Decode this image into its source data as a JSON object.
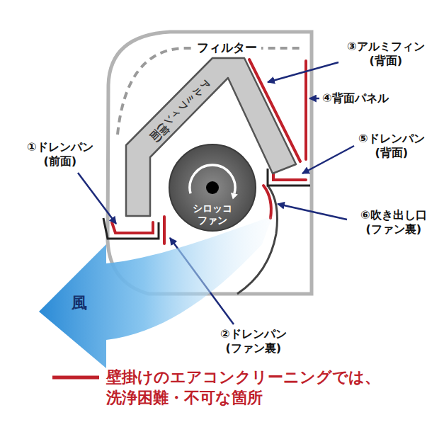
{
  "diagram": {
    "nodes": [
      {
        "text": [
          "アルミフィン(前面)"
        ]
      },
      {
        "text": [
          "シロッコ ファン"
        ]
      },
      {
        "text": [
          "風"
        ]
      }
    ],
    "labels": [
      "フィルター",
      "①ドレンパン (前面)",
      "②ドレンパン (ファン裏)",
      "③アルミフィン (背面)",
      "④背面パネル",
      "⑤ドレンパン (背面)",
      "⑥吹き出し口 (ファン裏)"
    ],
    "legend": [
      {
        "text": "壁掛けのエアコンクリーニングでは、 洗浄困難・不可な箇所"
      }
    ]
  }
}
